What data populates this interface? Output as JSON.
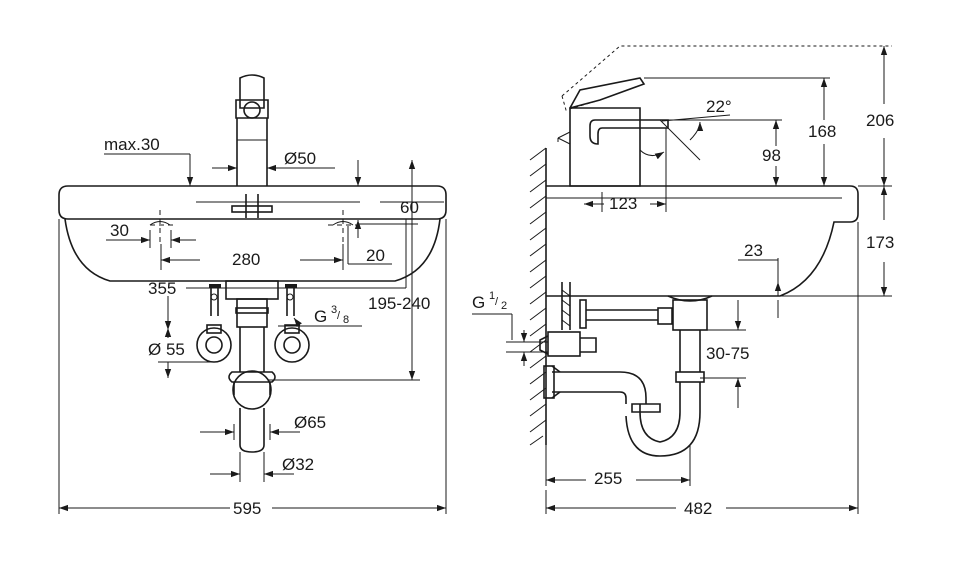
{
  "front_view": {
    "max_tap_offset": "max.30",
    "tap_hole_diameter": "Ø50",
    "rim_height": "60",
    "side_offset": "30",
    "overflow_offset": "20",
    "hole_spacing": "280",
    "supply_spacing": "355",
    "supply_thread": "G",
    "supply_thread_num": "3",
    "supply_thread_den": "8",
    "rosette_diameter": "Ø 55",
    "waste_height_range": "195-240",
    "trap_diameter": "Ø65",
    "waste_pipe_diameter": "Ø32",
    "basin_width": "595"
  },
  "side_view": {
    "lever_angle": "22°",
    "spout_height": "98",
    "mixer_height": "168",
    "lever_max_height": "206",
    "spout_reach": "123",
    "drain_offset": "23",
    "basin_height": "173",
    "valve_thread": "G",
    "valve_thread_num": "1",
    "valve_thread_den": "2",
    "trap_adjust_range": "30-75",
    "wall_to_waste": "255",
    "basin_depth": "482"
  }
}
